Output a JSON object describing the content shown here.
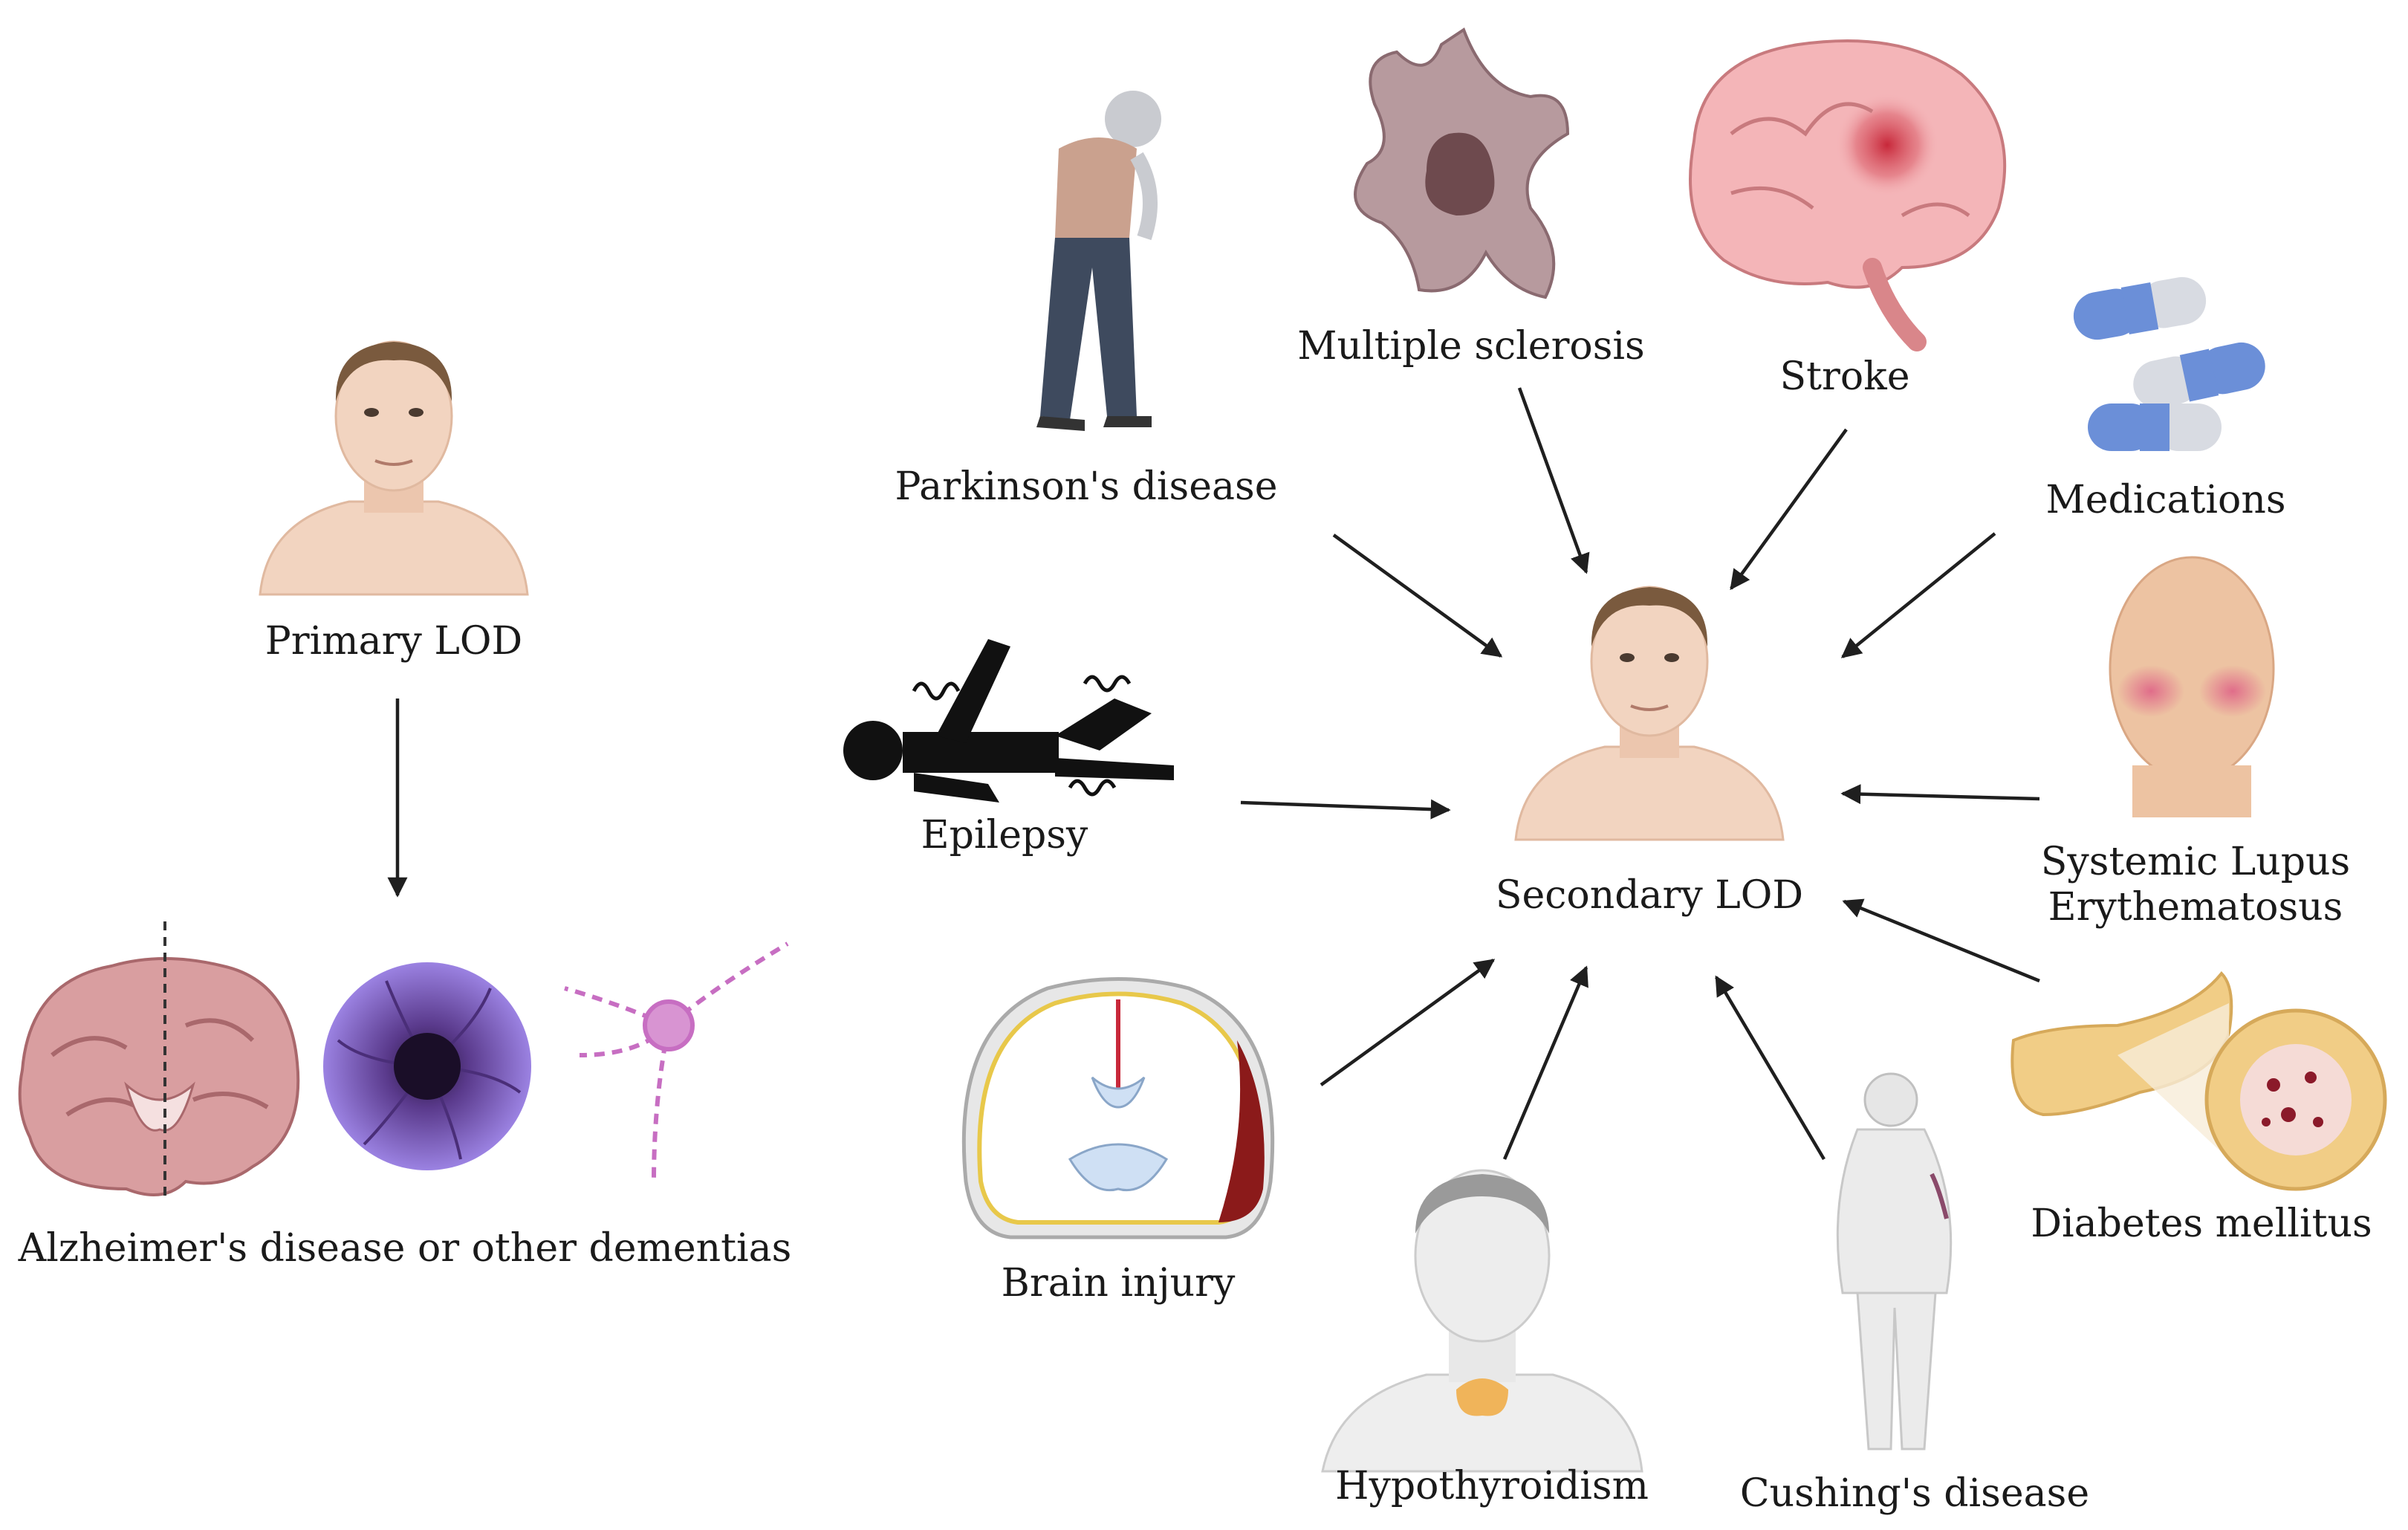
{
  "primary": {
    "label": "Primary LOD",
    "outcome": "Alzheimer's disease or other dementias"
  },
  "secondary": {
    "label": "Secondary LOD"
  },
  "causes": {
    "parkinsons": "Parkinson's disease",
    "multiple_sclerosis": "Multiple sclerosis",
    "stroke": "Stroke",
    "medications": "Medications",
    "epilepsy": "Epilepsy",
    "lupus_line1": "Systemic Lupus",
    "lupus_line2": "Erythematosus",
    "brain_injury": "Brain injury",
    "hypothyroidism": "Hypothyroidism",
    "cushings": "Cushing's disease",
    "diabetes": "Diabetes mellitus"
  },
  "colors": {
    "arrow": "#1f1f1f",
    "skin": "#f2d4c0",
    "hair": "#7a5a3e",
    "brain": "#d99ea0",
    "stroke_brain": "#f4b5b8",
    "pill_blue": "#6b8fd8",
    "pill_grey": "#d8dbe2",
    "neuron": "#c76ec2",
    "plaque": "#8c6bd6",
    "lesion": "#6e4a4e",
    "pancreas": "#f1cd86",
    "thyroid": "#f0b45a"
  }
}
